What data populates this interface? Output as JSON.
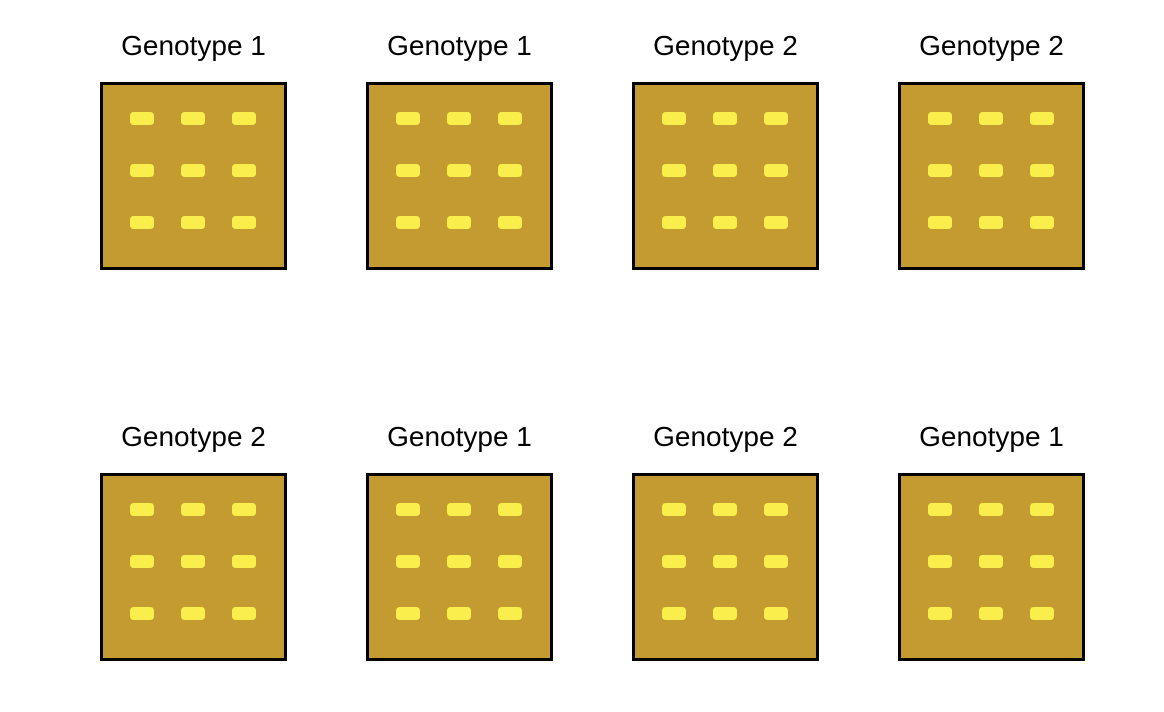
{
  "figure": {
    "background_color": "#FFFFFF",
    "title_color": "#000000",
    "rows": 2,
    "columns": 4
  },
  "tray": {
    "fill_color": "#C49B31",
    "border_color": "#000000",
    "seed_color": "#F9EE4B",
    "seed_rows": 3,
    "seed_cols": 3
  },
  "plots": [
    {
      "title": "Genotype 1"
    },
    {
      "title": "Genotype 1"
    },
    {
      "title": "Genotype 2"
    },
    {
      "title": "Genotype 2"
    },
    {
      "title": "Genotype 2"
    },
    {
      "title": "Genotype 1"
    },
    {
      "title": "Genotype 2"
    },
    {
      "title": "Genotype 1"
    }
  ]
}
